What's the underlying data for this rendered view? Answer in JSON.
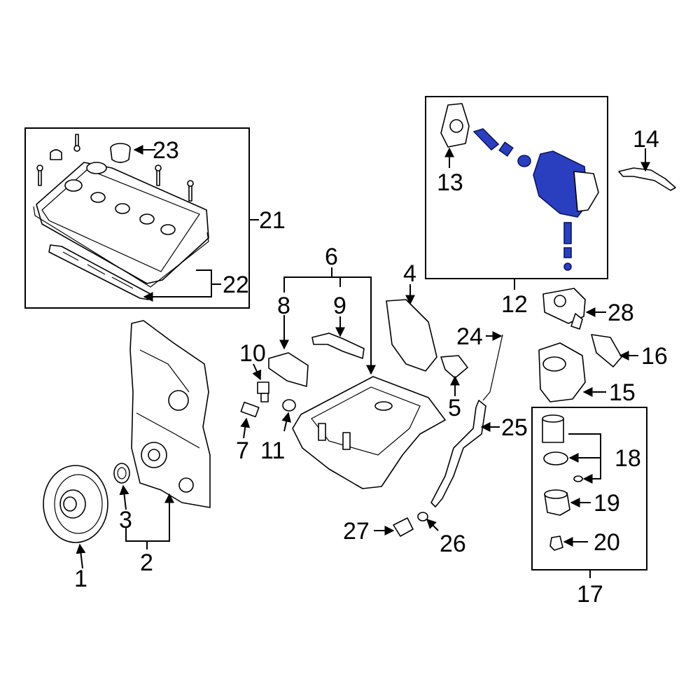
{
  "callouts": {
    "c1": "1",
    "c2": "2",
    "c3": "3",
    "c4": "4",
    "c5": "5",
    "c6": "6",
    "c7": "7",
    "c8": "8",
    "c9": "9",
    "c10": "10",
    "c11": "11",
    "c12": "12",
    "c13": "13",
    "c14": "14",
    "c15": "15",
    "c16": "16",
    "c17": "17",
    "c18": "18",
    "c19": "19",
    "c20": "20",
    "c21": "21",
    "c22": "22",
    "c23": "23",
    "c24": "24",
    "c25": "25",
    "c26": "26",
    "c27": "27",
    "c28": "28"
  },
  "colors": {
    "highlight": "#2a3fbf",
    "line": "#000000",
    "background": "#ffffff"
  }
}
